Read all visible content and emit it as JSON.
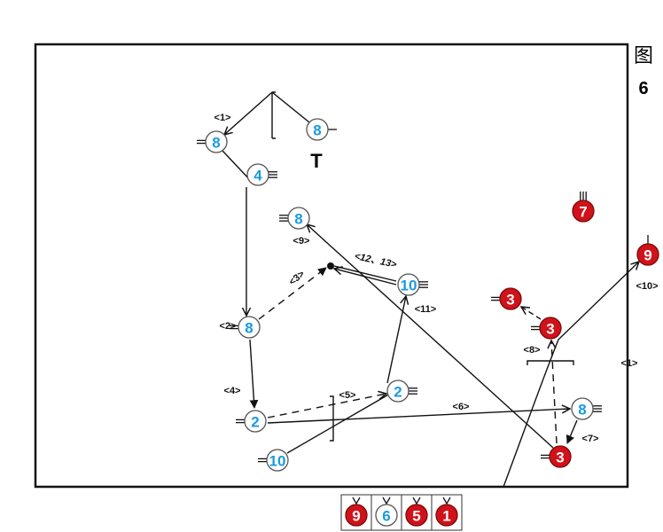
{
  "figure": {
    "title_char": "图",
    "title_num": "6"
  },
  "colors": {
    "offense": "#1a9ae0",
    "defense": "#d0121b",
    "line": "#111111"
  },
  "screen_mark": "T",
  "players": [
    {
      "label": "8",
      "team": "offense"
    },
    {
      "label": "8",
      "team": "offense"
    },
    {
      "label": "4",
      "team": "offense"
    },
    {
      "label": "8",
      "team": "offense"
    },
    {
      "label": "10",
      "team": "offense"
    },
    {
      "label": "8",
      "team": "offense"
    },
    {
      "label": "2",
      "team": "offense"
    },
    {
      "label": "2",
      "team": "offense"
    },
    {
      "label": "10",
      "team": "offense"
    },
    {
      "label": "8",
      "team": "offense"
    },
    {
      "label": "7",
      "team": "defense"
    },
    {
      "label": "9",
      "team": "defense"
    },
    {
      "label": "3",
      "team": "defense"
    },
    {
      "label": "3",
      "team": "defense"
    },
    {
      "label": "3",
      "team": "defense"
    }
  ],
  "step_labels": [
    "<1>",
    "<2>",
    "<3>",
    "<4>",
    "<5>",
    "<6>",
    "<7>",
    "<8>",
    "<9>",
    "<10>",
    "<11>",
    "<12、13>",
    "<1>"
  ],
  "bench": [
    {
      "label": "9",
      "team": "defense"
    },
    {
      "label": "6",
      "team": "offense"
    },
    {
      "label": "5",
      "team": "defense"
    },
    {
      "label": "1",
      "team": "defense"
    }
  ]
}
